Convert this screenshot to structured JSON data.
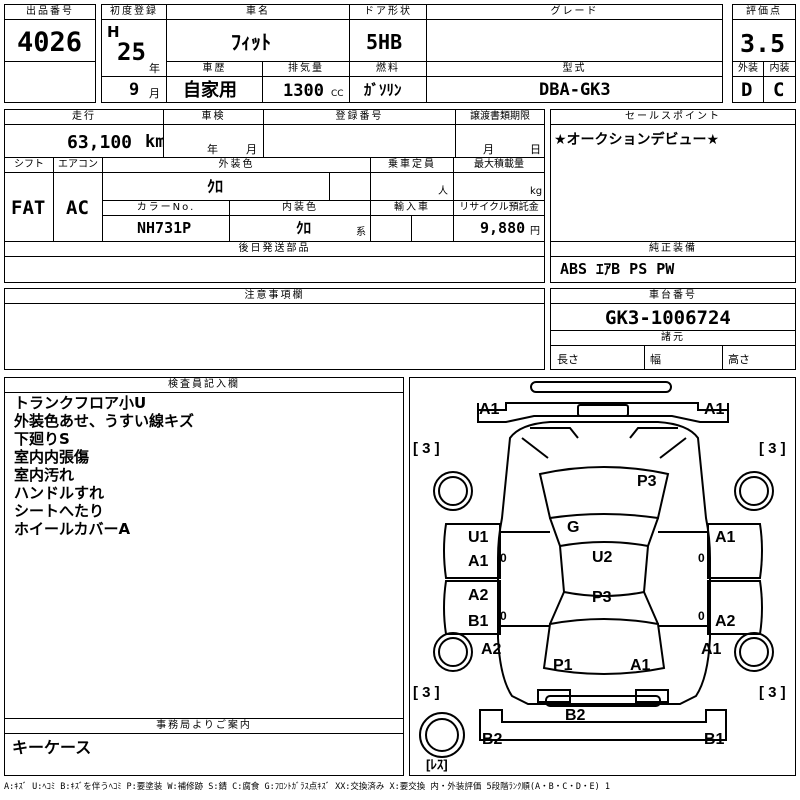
{
  "headers": {
    "lot_no": "出品番号",
    "first_reg": "初度登録",
    "car_name": "車名",
    "door": "ドア形状",
    "grade": "グレード",
    "score": "評価点",
    "history": "車歴",
    "displacement": "排気量",
    "fuel": "燃料",
    "model": "型式",
    "exterior": "外装",
    "interior": "内装",
    "mileage": "走行",
    "inspection": "車検",
    "registration": "登録番号",
    "transfer": "譲渡書類期限",
    "sales_point": "セールスポイント",
    "shift": "シフト",
    "aircon": "エアコン",
    "ext_color": "外装色",
    "capacity": "乗車定員",
    "max_load": "最大積載量",
    "color_no": "カラーNo.",
    "int_color": "内装色",
    "import": "輸入車",
    "recycle": "リサイクル預託金",
    "later_parts": "後日発送部品",
    "genuine_equipment": "純正装備",
    "notes": "注意事項欄",
    "chassis": "車台番号",
    "specs": "諸元",
    "inspector": "検査員記入欄",
    "office": "事務局よりご案内"
  },
  "lot_no": "4026",
  "era": "H",
  "year": "25",
  "year_unit": "年",
  "month": "9",
  "month_unit": "月",
  "car_name": "ﾌｨｯﾄ",
  "door": "5HB",
  "grade": "",
  "score": "3.5",
  "history": "自家用",
  "displacement": "1300",
  "displacement_unit": "CC",
  "fuel": "ｶﾞｿﾘﾝ",
  "model": "DBA-GK3",
  "exterior_grade": "D",
  "interior_grade": "C",
  "mileage": "63,100",
  "mileage_unit": "km",
  "inspection_year_unit": "年",
  "inspection_month_unit": "月",
  "transfer_month_unit": "月",
  "transfer_day_unit": "日",
  "sales_point_text": "★オークションデビュー★",
  "shift": "FAT",
  "aircon": "AC",
  "ext_color": "ｸﾛ",
  "capacity_unit": "人",
  "max_load_unit": "kg",
  "color_no": "NH731P",
  "int_color": "ｸﾛ",
  "int_color_unit": "系",
  "recycle": "9,880",
  "recycle_unit": "円",
  "genuine_equipment": "ABS ｴｱB PS PW",
  "chassis_no": "GK3-1006724",
  "spec_length": "長さ",
  "spec_width": "幅",
  "spec_height": "高さ",
  "inspector_notes": [
    "トランクフロア小U",
    "外装色あせ、うすい線キズ",
    "下廻りS",
    "室内内張傷",
    "室内汚れ",
    "ハンドルすれ",
    "シートへたり",
    "ホイールカバーA"
  ],
  "office_text": "キーケース",
  "diagram": {
    "a1_front_left": "A1",
    "a1_front_right": "A1",
    "tire_fl": "[ 3 ]",
    "tire_fr": "[ 3 ]",
    "tire_rl": "[ 3 ]",
    "tire_rr": "[ 3 ]",
    "hood": "P3",
    "windshield": "G",
    "roof": "U2",
    "roof_rear": "P3",
    "rear_glass": "P1",
    "rear_glass_right": "A1",
    "door_fl_1": "U1",
    "door_fl_2": "A1",
    "door_fl_3": "0",
    "door_rl_1": "A2",
    "door_rl_2": "B1",
    "door_rl_3": "0",
    "door_fr_1": "A1",
    "door_fr_2": "0",
    "door_rr_1": "0",
    "door_rr_2": "A2",
    "quarter_left": "A2",
    "quarter_right": "A1",
    "trunk": "B2",
    "bumper_rl": "B2",
    "bumper_rr": "B1",
    "spare": "[ﾚｽ]"
  },
  "legend": "A:ｷｽﾞ U:ﾍｺﾐ B:ｷｽﾞを伴うﾍｺﾐ P:要塗装 W:補修跡 S:錆 C:腐食 G:ﾌﾛﾝﾄｶﾞﾗｽ点ｷｽﾞ XX:交換済み X:要交換 内・外装評価 5段階ﾗﾝｸ順(A・B・C・D・E) 1"
}
